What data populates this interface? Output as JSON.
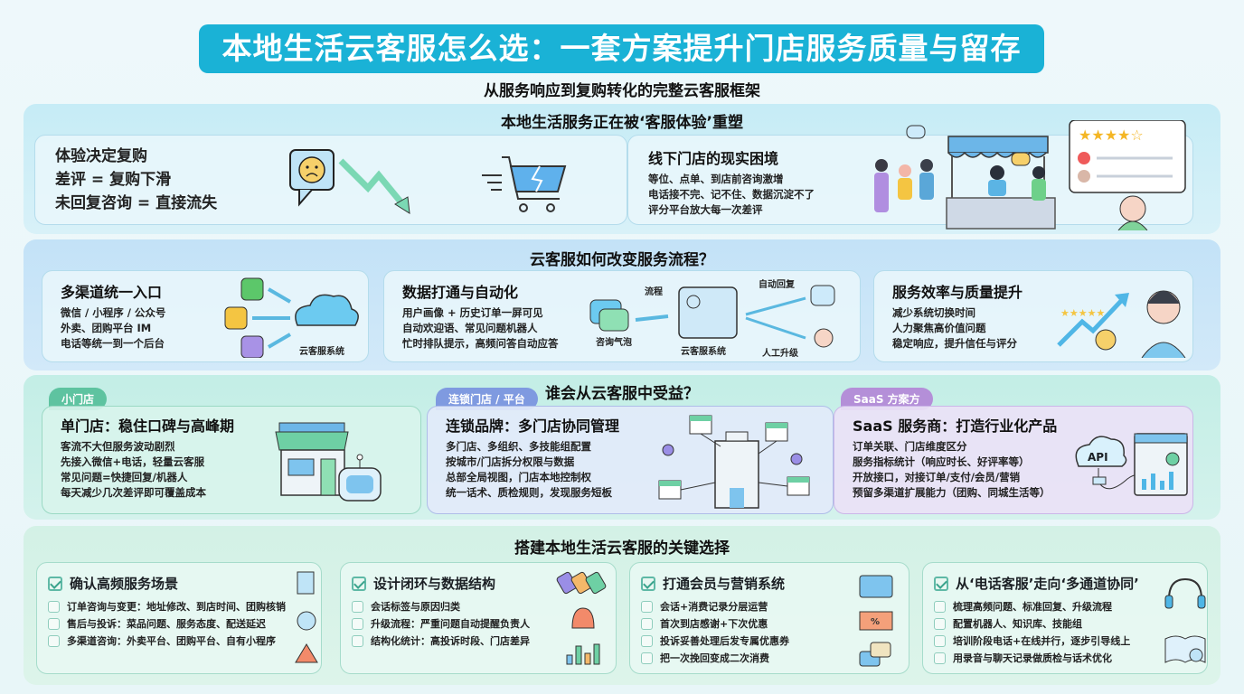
{
  "header": {
    "title": "本地生活云客服怎么选：一套方案提升门店服务质量与留存",
    "subtitle": "从服务响应到复购转化的完整云客服框架"
  },
  "section1": {
    "title": "本地生活服务正在被‘客服体验’重塑",
    "left_card": {
      "lines": [
        "体验决定复购",
        "差评 = 复购下滑",
        "未回复咨询 = 直接流失"
      ]
    },
    "right_card": {
      "heading": "线下门店的现实困境",
      "lines": [
        "等位、点单、到店前咨询激增",
        "电话接不完、记不住、数据沉淀不了",
        "评分平台放大每一次差评"
      ]
    },
    "review_stars": "★★★★☆"
  },
  "section2": {
    "title": "云客服如何改变服务流程？",
    "cards": [
      {
        "heading": "多渠道统一入口",
        "lines": [
          "微信 / 小程序 / 公众号",
          "外卖、团购平台 IM",
          "电话等统一到一个后台"
        ],
        "diagram_label": "云客服系统"
      },
      {
        "heading": "数据打通与自动化",
        "lines": [
          "用户画像 + 历史订单一屏可见",
          "自动欢迎语、常见问题机器人",
          "忙时排队提示，高频问答自动应答"
        ],
        "labels": {
          "bubble": "咨询气泡",
          "flow": "流程",
          "system": "云客服系统",
          "auto": "自动回复",
          "human": "人工升级"
        }
      },
      {
        "heading": "服务效率与质量提升",
        "lines": [
          "减少系统切换时间",
          "人力聚焦高价值问题",
          "稳定响应，提升信任与评分"
        ]
      }
    ]
  },
  "section3": {
    "title": "谁会从云客服中受益？",
    "cards": [
      {
        "tag": "小门店",
        "heading": "单门店：稳住口碑与高峰期",
        "lines": [
          "客流不大但服务波动剧烈",
          "先接入微信+电话，轻量云客服",
          "常见问题=快捷回复/机器人",
          "每天减少几次差评即可覆盖成本"
        ]
      },
      {
        "tag": "连锁门店 / 平台",
        "heading": "连锁品牌：多门店协同管理",
        "lines": [
          "多门店、多组织、多技能组配置",
          "按城市/门店拆分权限与数据",
          "总部全局视图，门店本地控制权",
          "统一话术、质检规则，发现服务短板"
        ]
      },
      {
        "tag": "SaaS 方案方",
        "heading": "SaaS 服务商：打造行业化产品",
        "lines": [
          "订单关联、门店维度区分",
          "服务指标统计（响应时长、好评率等）",
          "开放接口，对接订单/支付/会员/营销",
          "预留多渠道扩展能力（团购、同城生活等）"
        ],
        "api_label": "API"
      }
    ]
  },
  "section4": {
    "title": "搭建本地生活云客服的关键选择",
    "cards": [
      {
        "heading": "确认高频服务场景",
        "items": [
          "订单咨询与变更：地址修改、到店时间、团购核销",
          "售后与投诉：菜品问题、服务态度、配送延迟",
          "多渠道咨询：外卖平台、团购平台、自有小程序"
        ]
      },
      {
        "heading": "设计闭环与数据结构",
        "items": [
          "会话标签与原因归类",
          "升级流程：严重问题自动提醒负责人",
          "结构化统计：高投诉时段、门店差异"
        ]
      },
      {
        "heading": "打通会员与营销系统",
        "items": [
          "会话+消费记录分层运营",
          "首次到店感谢+下次优惠",
          "投诉妥善处理后发专属优惠券",
          "把一次挽回变成二次消费"
        ]
      },
      {
        "heading": "从‘电话客服’走向‘多通道协同’",
        "items": [
          "梳理高频问题、标准回复、升级流程",
          "配置机器人、知识库、技能组",
          "培训阶段电话+在线并行，逐步引导线上",
          "用录音与聊天记录做质检与话术优化"
        ]
      }
    ]
  },
  "colors": {
    "title_bg": "#1ab2d6",
    "section1_bg": "#c6ecf6",
    "section2_bg": "#c3e2f7",
    "section3_bg": "#c3eee6",
    "section4_bg": "#d3f1e6",
    "tag_green": "#5ec3a0",
    "tag_blue": "#7f9ae0",
    "tag_purple": "#b48fd8"
  }
}
